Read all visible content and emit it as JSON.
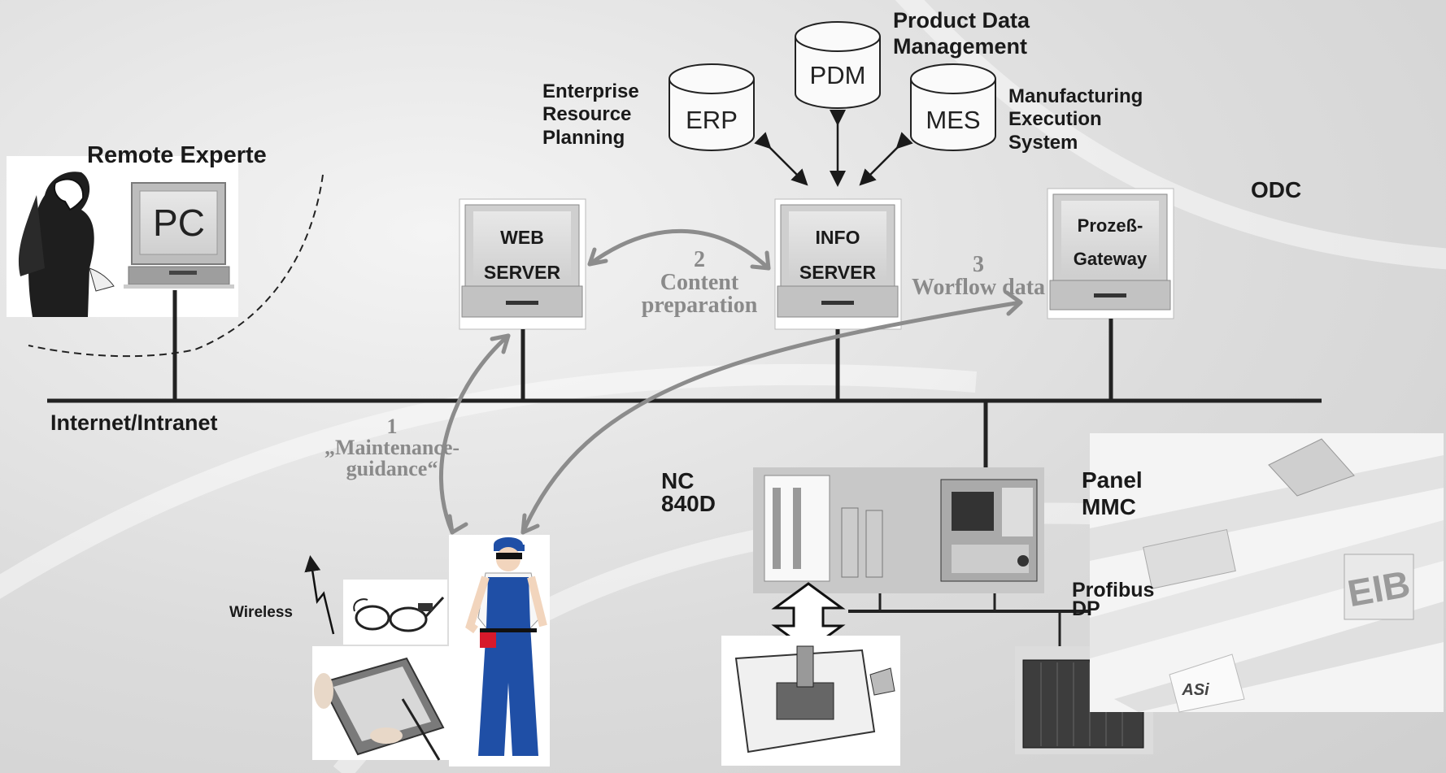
{
  "labels": {
    "remote_experte": "Remote Experte",
    "pc": "PC",
    "erp_desc": [
      "Enterprise",
      "Resource",
      "Planning"
    ],
    "pdm_desc": [
      "Product Data",
      "Management"
    ],
    "mes_desc": [
      "Manufacturing",
      "Execution",
      "System"
    ],
    "odc": "ODC",
    "internet": "Internet/Intranet",
    "nc": [
      "NC",
      "840D"
    ],
    "panel": [
      "Panel",
      "MMC"
    ],
    "profibus": [
      "Profibus",
      "DP"
    ],
    "wireless": "Wireless"
  },
  "databases": {
    "erp": "ERP",
    "pdm": "PDM",
    "mes": "MES"
  },
  "servers": {
    "web": [
      "WEB",
      "SERVER"
    ],
    "info": [
      "INFO",
      "SERVER"
    ],
    "gateway": [
      "Prozeß-",
      "Gateway"
    ]
  },
  "flows": {
    "f1": [
      "1",
      "„Maintenance-",
      "guidance“"
    ],
    "f2": [
      "2",
      "Content",
      "preparation"
    ],
    "f3": [
      "3",
      "Worflow data"
    ]
  },
  "bus_logos": {
    "asi": "ASi",
    "eib": "EIB"
  }
}
